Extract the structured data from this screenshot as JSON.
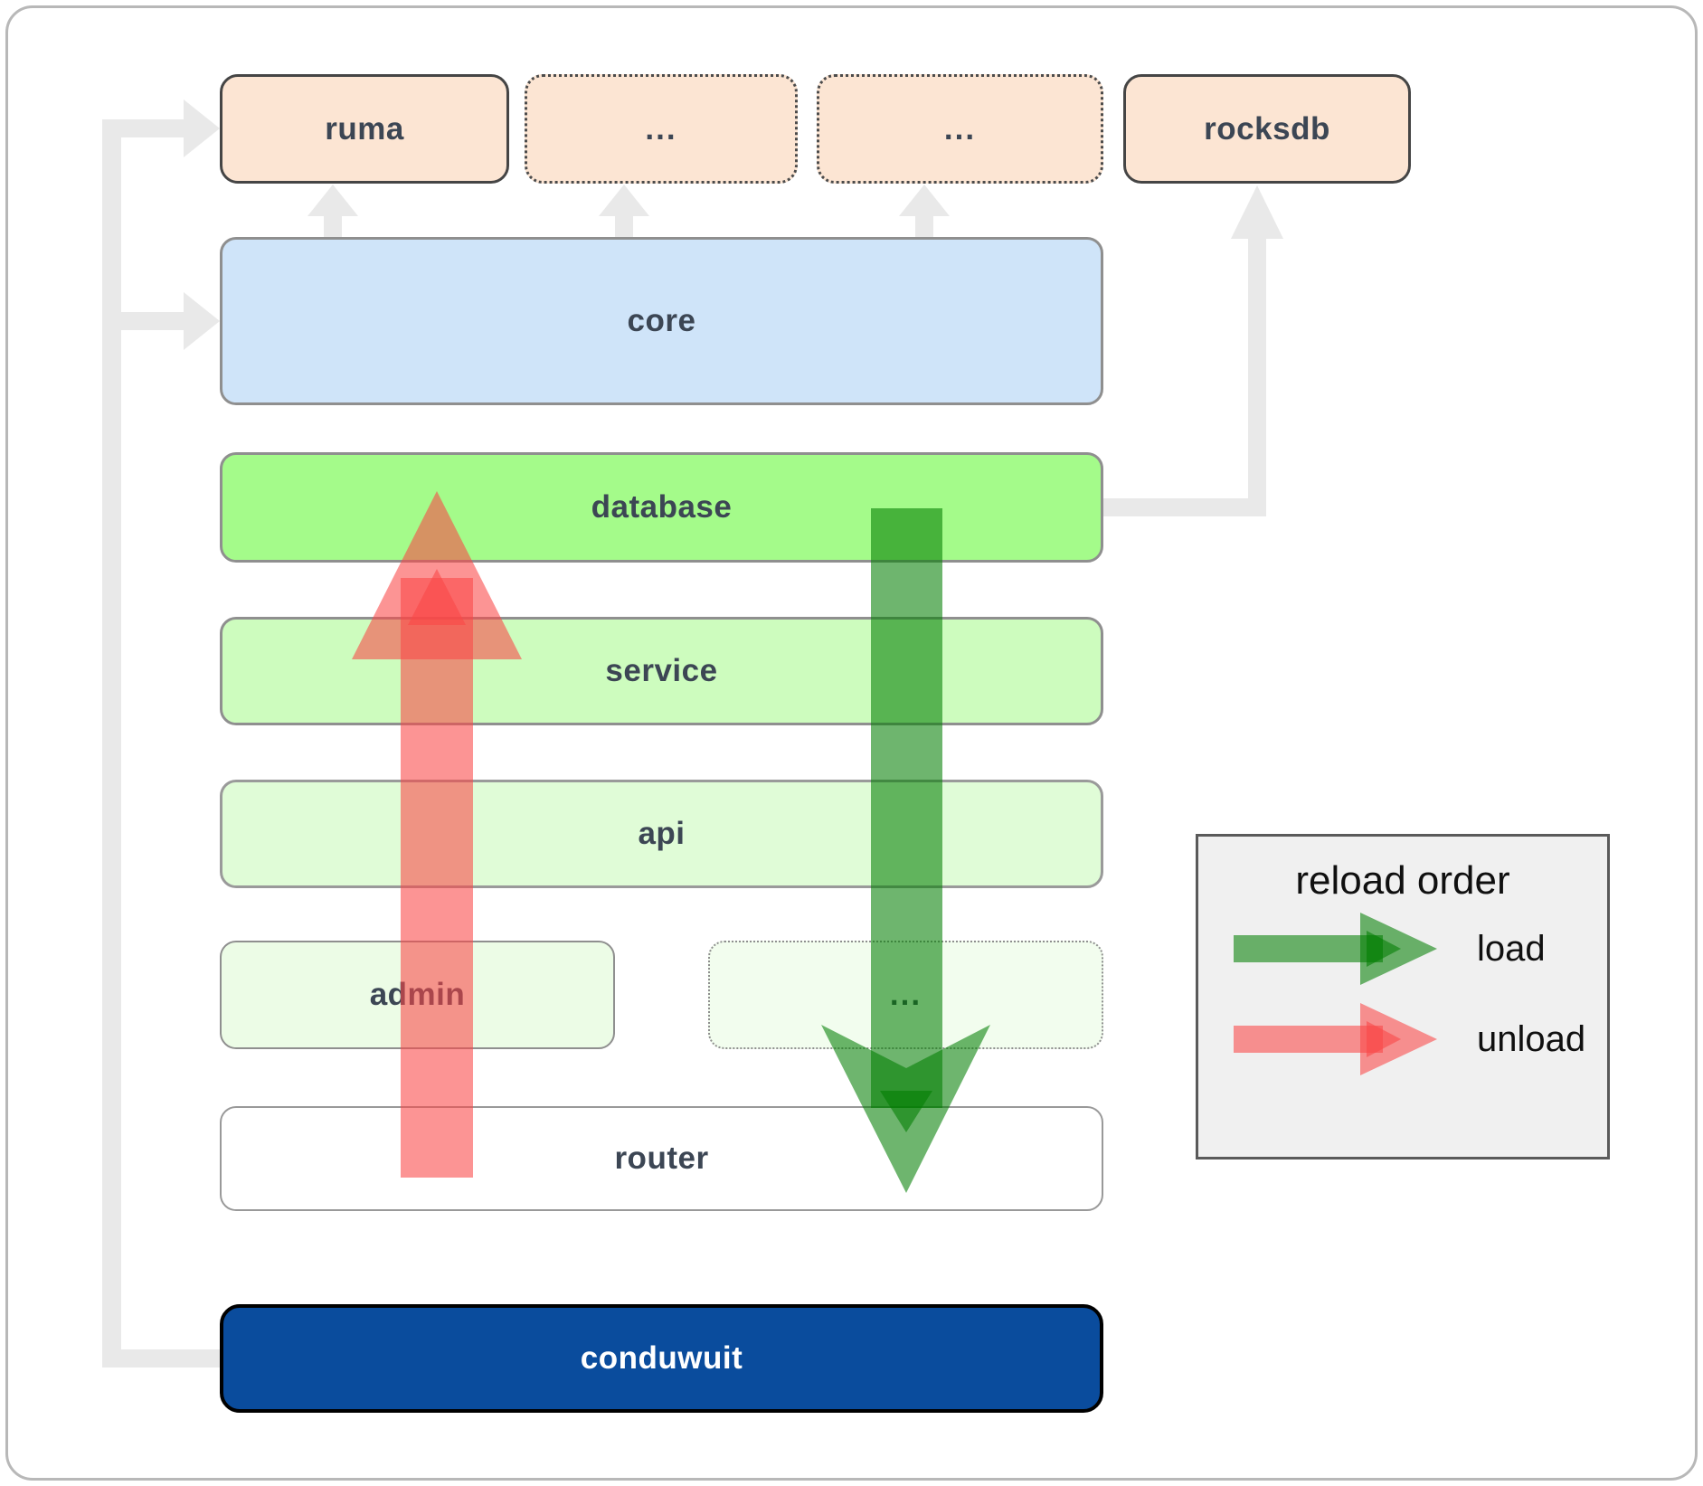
{
  "nodes": {
    "ruma": {
      "label": "ruma"
    },
    "crate_dots_1": {
      "label": "..."
    },
    "crate_dots_2": {
      "label": "..."
    },
    "rocksdb": {
      "label": "rocksdb"
    },
    "core": {
      "label": "core"
    },
    "database": {
      "label": "database"
    },
    "service": {
      "label": "service"
    },
    "api": {
      "label": "api"
    },
    "admin": {
      "label": "admin"
    },
    "admin_dots": {
      "label": "..."
    },
    "router": {
      "label": "router"
    },
    "conduwuit": {
      "label": "conduwuit"
    }
  },
  "legend": {
    "title": "reload order",
    "items": [
      {
        "id": "load",
        "label": "load"
      },
      {
        "id": "unload",
        "label": "unload"
      }
    ]
  },
  "arrows": {
    "load": {
      "color": "#007d00",
      "opacity": "0.57",
      "direction": "down"
    },
    "unload": {
      "color": "#f94646",
      "opacity": "0.58",
      "direction": "up"
    },
    "connector_color": "#e9e9e9"
  },
  "palette": {
    "crate_fill": "#fce5d3",
    "core_fill": "#cfe4f9",
    "database_fill": "#a4fb8a",
    "service_fill": "#cdfcbe",
    "api_fill": "#e0fcd7",
    "admin_fill": "#ecfce6",
    "router_fill": "#ffffff",
    "conduwuit_fill": "#0a4c9d",
    "legend_fill": "#f0f0f0"
  }
}
